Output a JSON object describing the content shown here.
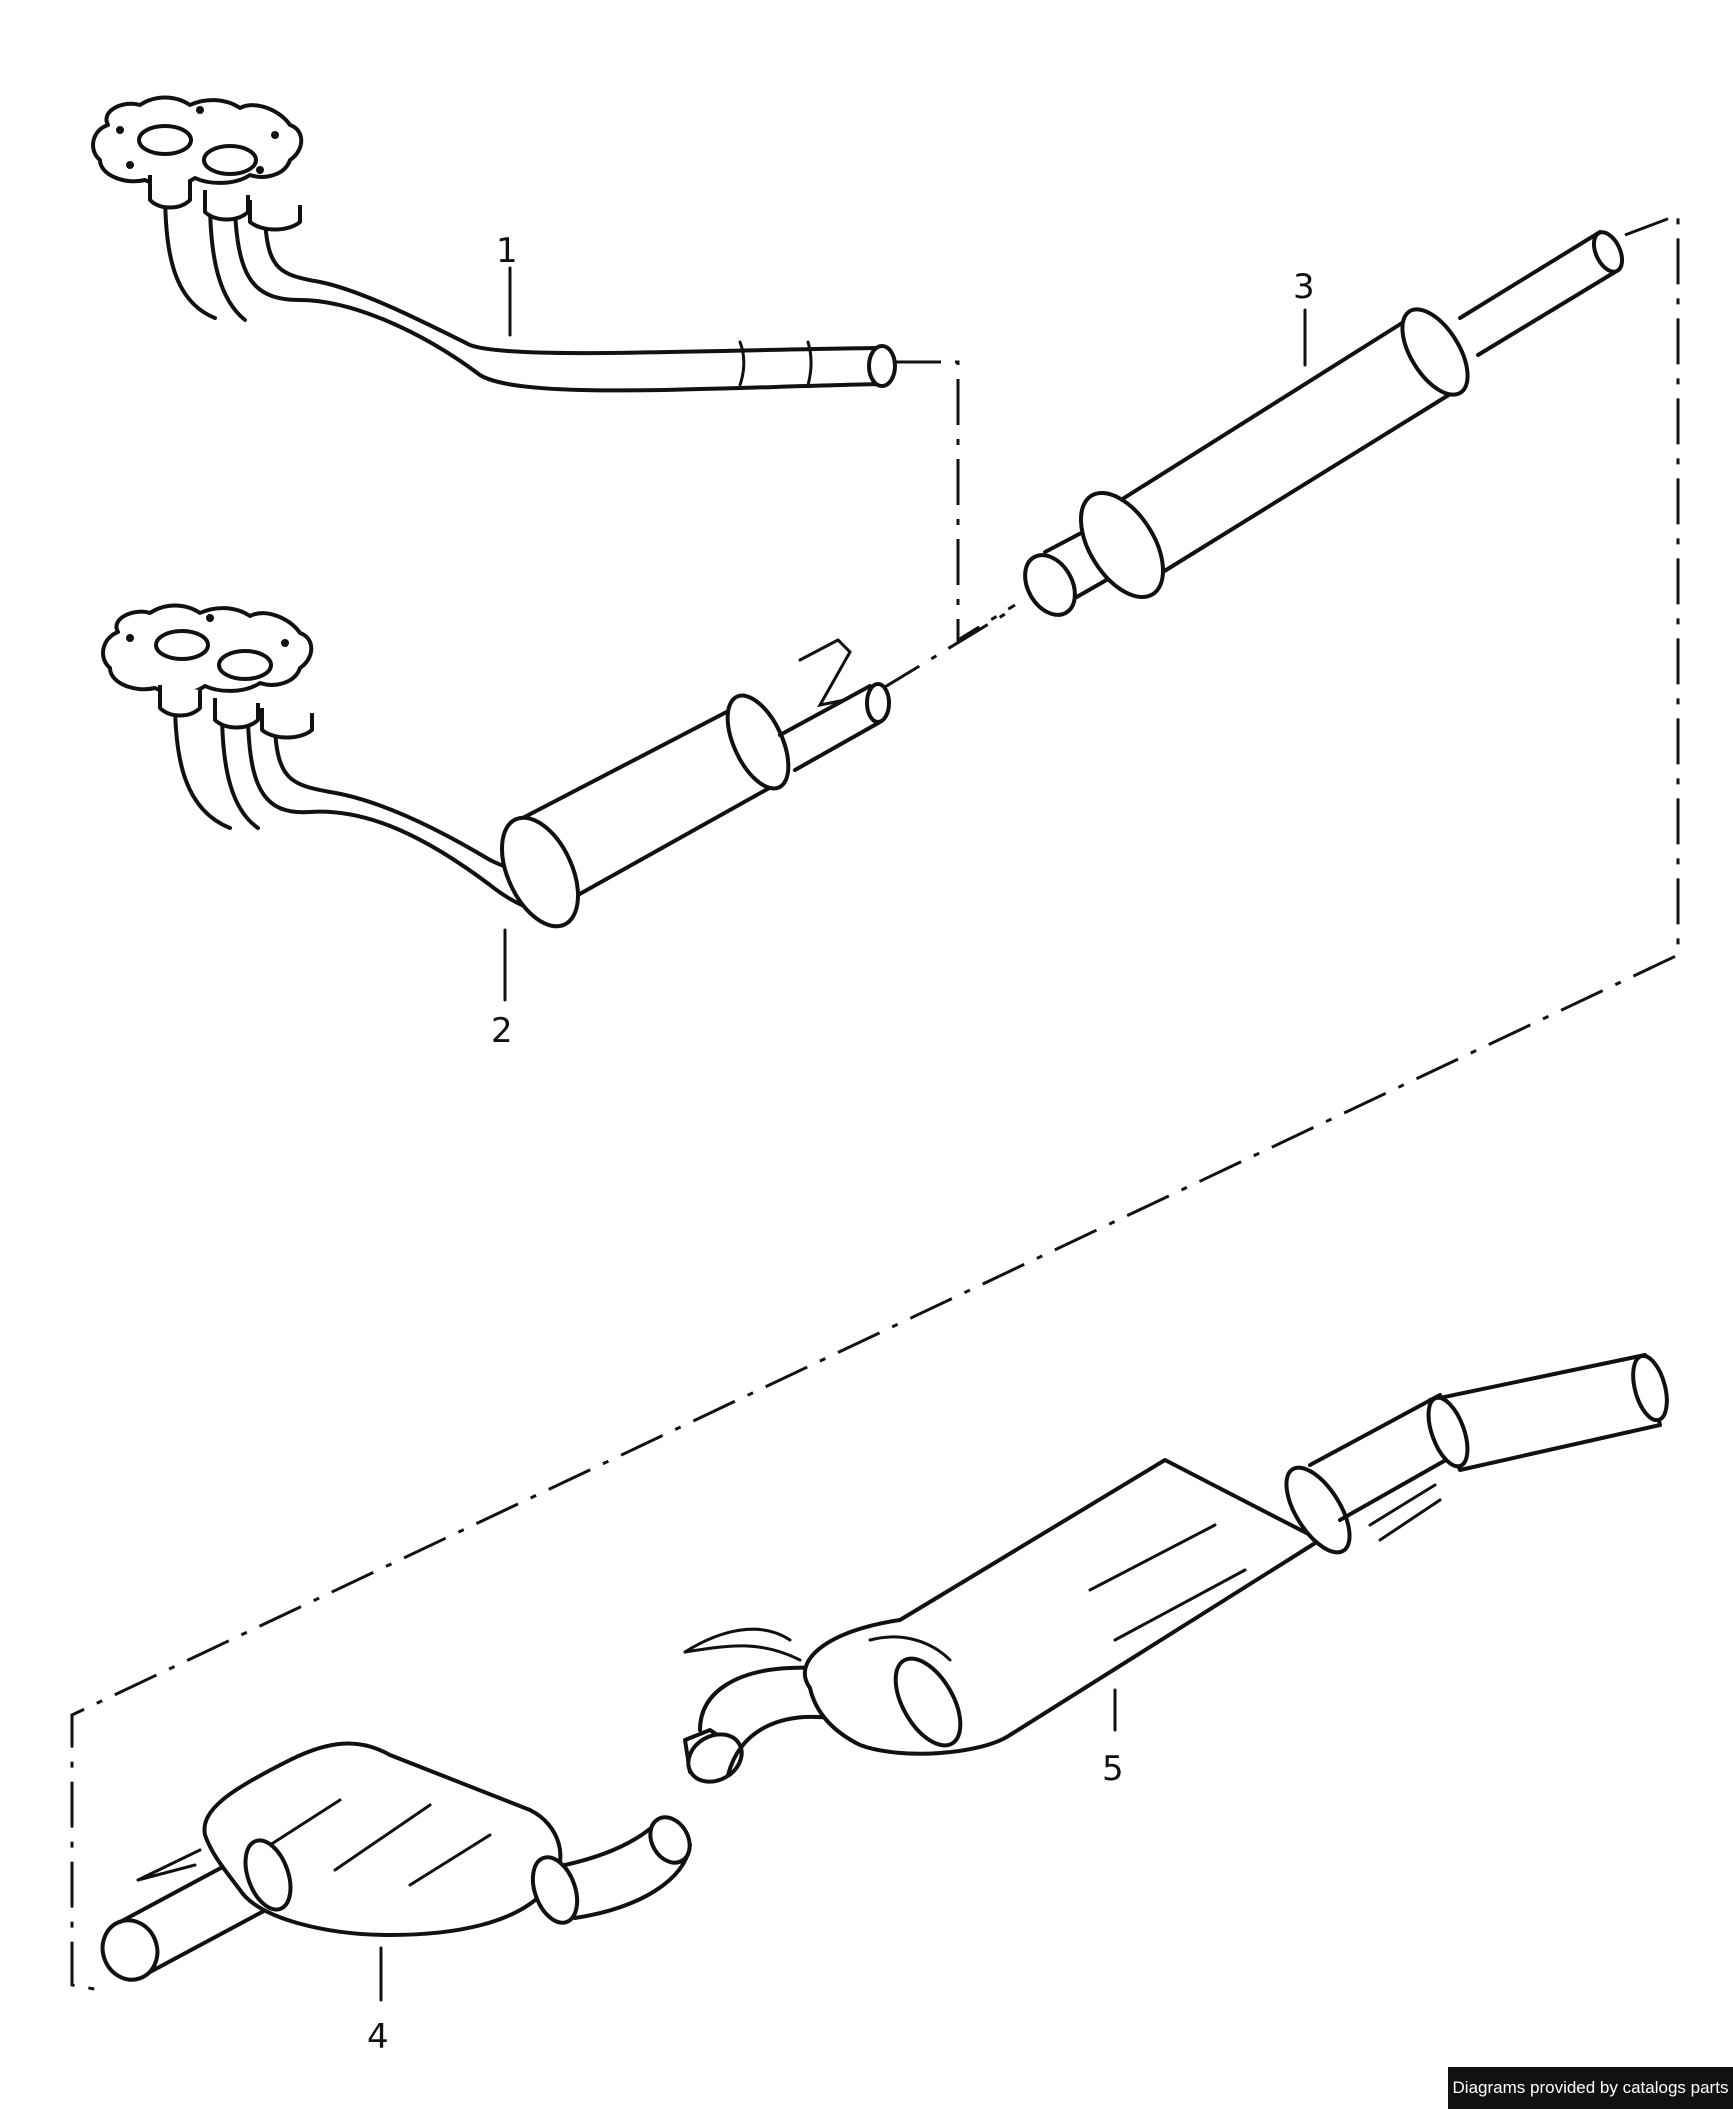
{
  "callouts": [
    "1",
    "2",
    "3",
    "4",
    "5"
  ],
  "credit": "Diagrams provided by catalogs parts"
}
